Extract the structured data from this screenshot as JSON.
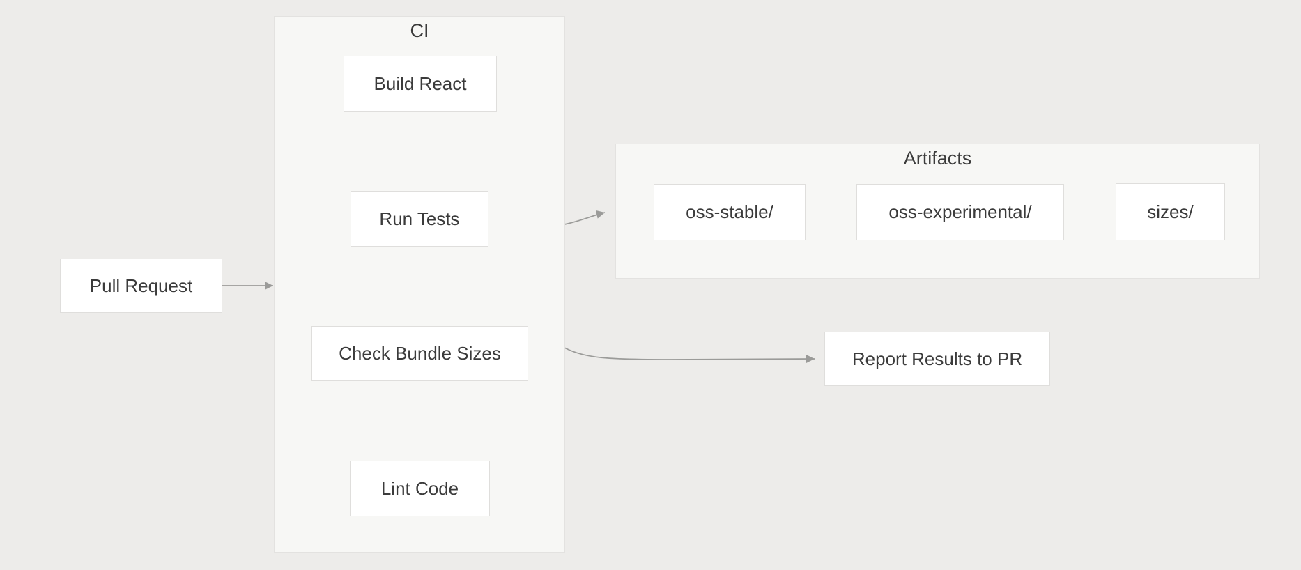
{
  "diagram": {
    "containers": {
      "ci": "CI",
      "artifacts": "Artifacts"
    },
    "nodes": {
      "pull_request": "Pull Request",
      "build_react": "Build React",
      "run_tests": "Run Tests",
      "check_bundle_sizes": "Check Bundle Sizes",
      "lint_code": "Lint Code",
      "oss_stable": "oss-stable/",
      "oss_experimental": "oss-experimental/",
      "sizes": "sizes/",
      "report_results": "Report Results to PR"
    },
    "edges": [
      {
        "from": "Pull Request",
        "to": "CI"
      },
      {
        "from": "Build React",
        "to": "Run Tests"
      },
      {
        "from": "Run Tests",
        "to": "Check Bundle Sizes"
      },
      {
        "from": "Check Bundle Sizes",
        "to": "Lint Code"
      },
      {
        "from": "CI",
        "to": "Artifacts"
      },
      {
        "from": "Check Bundle Sizes",
        "to": "Report Results to PR"
      }
    ],
    "colors": {
      "background": "#edecea",
      "container_fill": "#f7f7f5",
      "container_border": "#e3e2e0",
      "node_fill": "#ffffff",
      "node_border": "#dfdedc",
      "arrow": "#9b9b99",
      "text": "#3b3b3b"
    }
  }
}
